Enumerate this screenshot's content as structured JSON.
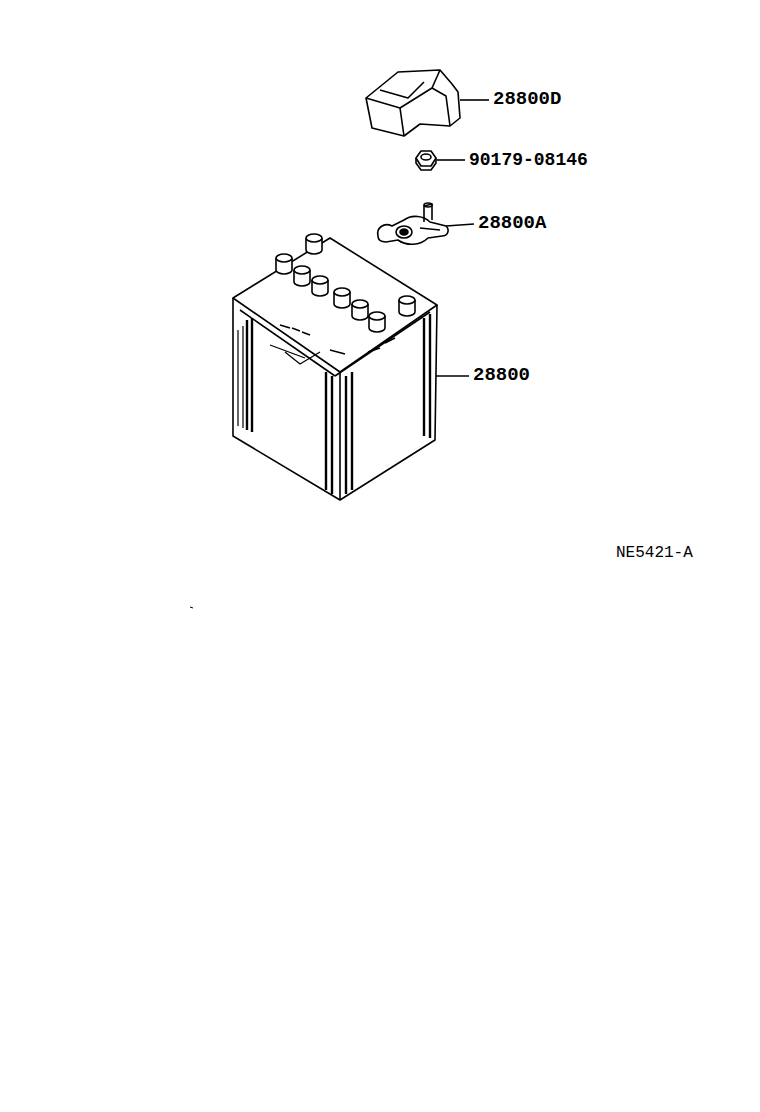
{
  "diagram": {
    "labels": [
      "28800D",
      "90179-08146",
      "28800A",
      "28800",
      "NE5421-A"
    ]
  }
}
